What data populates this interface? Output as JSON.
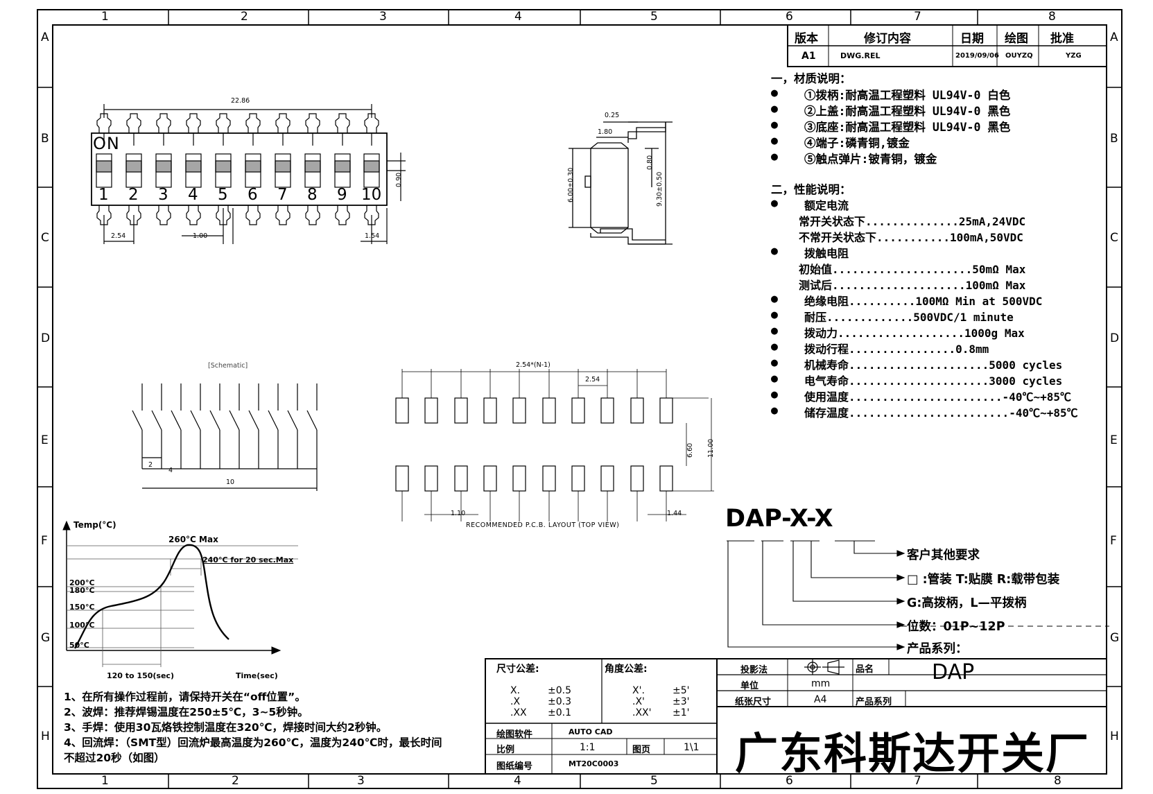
{
  "frame": {
    "column_labels": [
      "1",
      "2",
      "3",
      "4",
      "5",
      "6",
      "7",
      "8"
    ],
    "row_labels": [
      "A",
      "B",
      "C",
      "D",
      "E",
      "F",
      "G",
      "H"
    ]
  },
  "revision_table": {
    "headers": [
      "版本",
      "修订内容",
      "日期",
      "绘图",
      "批准"
    ],
    "row": [
      "A1",
      "DWG.REL",
      "2019/09/06",
      "OUYZQ",
      "YZG"
    ]
  },
  "material": {
    "title": "一，材质说明：",
    "items": [
      "①拨柄:耐高温工程塑料 UL94V-0 白色",
      "②上盖:耐高温工程塑料 UL94V-0 黑色",
      "③底座:耐高温工程塑料 UL94V-0 黑色",
      "④端子:磷青铜,镀金",
      "⑤触点弹片:铍青铜，镀金"
    ]
  },
  "performance": {
    "title": "二，性能说明：",
    "lines": [
      {
        "bullet": true,
        "text": "额定电流"
      },
      {
        "bullet": false,
        "text": "常开关状态下..............25mA,24VDC"
      },
      {
        "bullet": false,
        "text": "不常开关状态下...........100mA,50VDC"
      },
      {
        "bullet": true,
        "text": "拨触电阻"
      },
      {
        "bullet": false,
        "text": "初始值.....................50mΩ Max"
      },
      {
        "bullet": false,
        "text": "测试后....................100mΩ Max"
      },
      {
        "bullet": true,
        "text": "绝缘电阻..........100MΩ Min at 500VDC"
      },
      {
        "bullet": true,
        "text": "耐压.............500VDC/1 minute"
      },
      {
        "bullet": true,
        "text": "拨动力...................1000g Max"
      },
      {
        "bullet": true,
        "text": "拨动行程................0.8mm"
      },
      {
        "bullet": true,
        "text": "机械寿命.....................5000 cycles"
      },
      {
        "bullet": true,
        "text": "电气寿命.....................3000 cycles"
      },
      {
        "bullet": true,
        "text": "使用温度.......................-40℃~+85℃"
      },
      {
        "bullet": true,
        "text": "储存温度........................-40℃~+85℃"
      }
    ]
  },
  "top_view": {
    "on_label": "ON",
    "switch_numbers": [
      "1",
      "2",
      "3",
      "4",
      "5",
      "6",
      "7",
      "8",
      "9",
      "10"
    ],
    "dim_total": "22.86",
    "dim_pitch": "2.54",
    "dim_width": "1.00",
    "dim_edge": "1.54",
    "dim_height": "0.90"
  },
  "side_view": {
    "dim_top": "0.25",
    "dim_lead": "1.80",
    "dim_body": "6.00±0.30",
    "dim_thick": "0.80",
    "dim_total": "9.30±0.50"
  },
  "schematic": {
    "label": "[Schematic]",
    "dim_a": "2",
    "dim_b": "4",
    "dim_c": "10"
  },
  "pcb": {
    "dim_total": "2.54*(N-1)",
    "dim_pitch": "2.54",
    "dim_inner": "6.60",
    "dim_outer": "11.00",
    "dim_left": "1.10",
    "dim_right": "1.44",
    "caption": "RECOMMENDED P.C.B. LAYOUT (TOP VIEW)"
  },
  "reflow": {
    "y_axis": "Temp(°C)",
    "x_axis": "Time(sec)",
    "peak": "260°C Max",
    "hold": "240°C for 20 sec.Max",
    "t200": "200°C",
    "t180": "180°C",
    "t150": "150°C",
    "t100": "100°C",
    "t50": "50°C",
    "preheat": "120 to 150(sec)"
  },
  "notes": [
    "1、在所有操作过程前，请保持开关在“off位置”。",
    "2、波焊：推荐焊锡温度在250±5℃，3~5秒钟。",
    "3、手焊：使用30瓦烙铁控制温度在320℃，焊接时间大约2秒钟。",
    "4、回流焊：（SMT型）回流炉最高温度为260℃，温度为240℃时，最长时间",
    "不超过20秒（如图）"
  ],
  "part_number": {
    "code": "DAP-X-X",
    "legend": [
      "客户其他要求",
      "□ :管装  T:贴膜   R:载带包装",
      "G:高拨柄，L—平拨柄",
      "位数：01P~12P",
      "产品系列："
    ]
  },
  "title_block": {
    "dim_tol_title": "尺寸公差:",
    "dim_tol": [
      [
        "X.",
        "±0.5"
      ],
      [
        ".X",
        "±0.3"
      ],
      [
        ".XX",
        "±0.1"
      ]
    ],
    "ang_tol_title": "角度公差:",
    "ang_tol": [
      [
        "X'.",
        "±5'"
      ],
      [
        ".X'",
        "±3'"
      ],
      [
        ".XX'",
        "±1'"
      ]
    ],
    "projection_label": "投影法",
    "unit_label": "单位",
    "unit_value": "mm",
    "paper_label": "纸张尺寸",
    "paper_value": "A4",
    "product_name_label": "品名",
    "product_name": "DAP",
    "series_label": "产品系列",
    "software_label": "绘图软件",
    "software_value": "AUTO CAD",
    "scale_label": "比例",
    "scale_value": "1:1",
    "page_label": "图页",
    "page_value": "1\\1",
    "drawing_no_label": "图纸编号",
    "drawing_no": "MT20C0003",
    "company": "广东科斯达开关厂"
  }
}
